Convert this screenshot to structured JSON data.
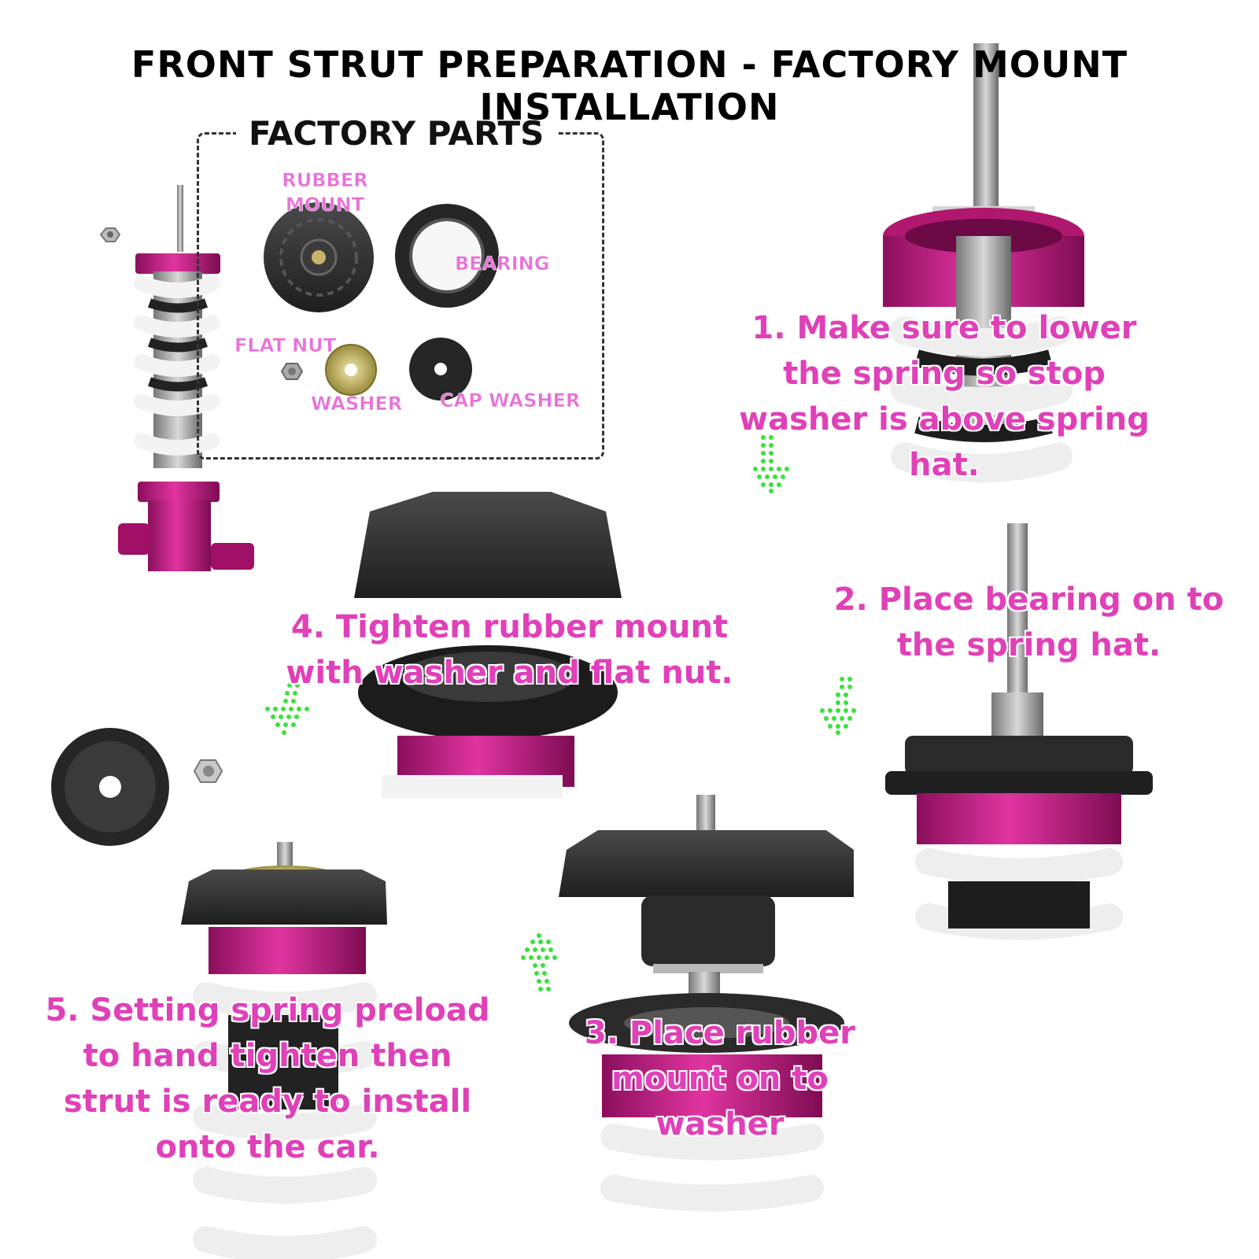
{
  "title": "FRONT STRUT PREPARATION - FACTORY MOUNT INSTALLATION",
  "factory_parts": {
    "heading": "FACTORY PARTS",
    "labels": {
      "rubber_mount": "RUBBER MOUNT",
      "bearing": "BEARING",
      "flat_nut": "FLAT NUT",
      "washer": "WASHER",
      "cap_washer": "CAP WASHER"
    }
  },
  "steps": {
    "step1": "1. Make sure to lower the spring so stop washer is above spring hat.",
    "step2": "2. Place bearing on to the spring hat.",
    "step3": "3. Place rubber mount on to washer",
    "step4": "4. Tighten rubber mount with washer and flat nut.",
    "step5": "5. Setting spring preload to hand tighten then strut is ready to install onto the car."
  },
  "colors": {
    "accent_pink": "#e040b8",
    "label_pink": "#e872d9",
    "arrow_green": "#3ee03e",
    "anodized_magenta": "#c8157f",
    "rubber_black": "#2e2e2e",
    "spring_white": "#f2f2f2"
  }
}
